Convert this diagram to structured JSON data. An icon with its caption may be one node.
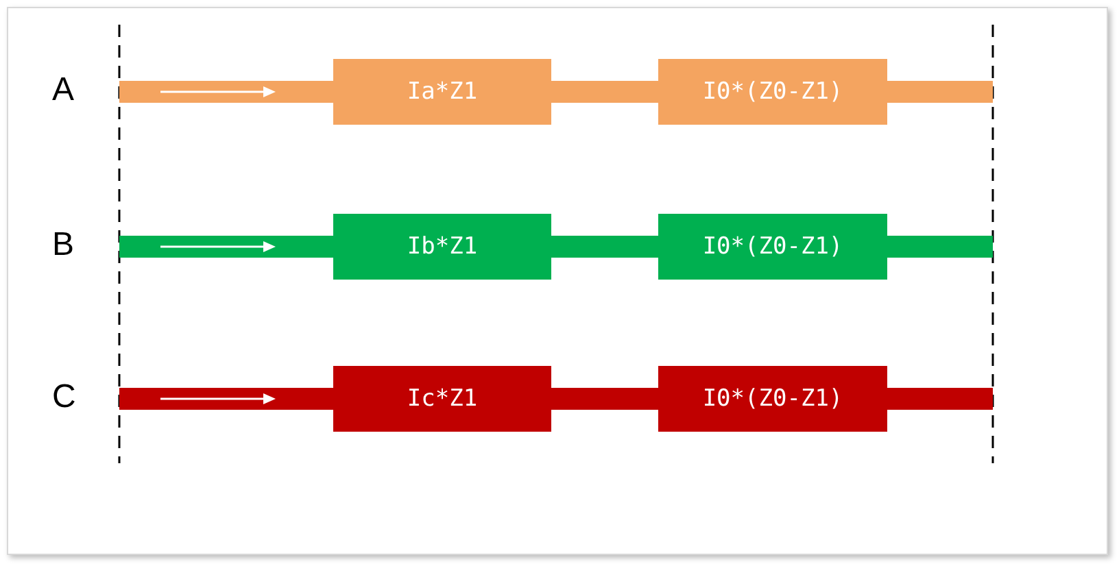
{
  "diagram": {
    "nodes": [
      {
        "text": [
          "Ia*Z1"
        ]
      },
      {
        "text": [
          "I0*(Z0-Z1)"
        ]
      },
      {
        "text": [
          "Ib*Z1"
        ]
      },
      {
        "text": [
          "I0*(Z0-Z1)"
        ]
      },
      {
        "text": [
          "Ic*Z1"
        ]
      },
      {
        "text": [
          "I0*(Z0-Z1)"
        ]
      }
    ],
    "edges": [
      {
        "from": null,
        "to": 0,
        "arrow": "none",
        "color": "#f4a460"
      },
      {
        "from": 0,
        "to": 1,
        "arrow": "none",
        "color": "#f4a460"
      },
      {
        "from": 1,
        "to": null,
        "arrow": "none",
        "color": "#f4a460"
      },
      {
        "from": null,
        "to": 2,
        "arrow": "none",
        "color": "#00b050"
      },
      {
        "from": 2,
        "to": 3,
        "arrow": "none",
        "color": "#00b050"
      },
      {
        "from": 3,
        "to": null,
        "arrow": "none",
        "color": "#00b050"
      },
      {
        "from": null,
        "to": 4,
        "arrow": "none",
        "color": "#c00000"
      },
      {
        "from": 4,
        "to": 5,
        "arrow": "none",
        "color": "#c00000"
      },
      {
        "from": 5,
        "to": null,
        "arrow": "none",
        "color": "#c00000"
      }
    ],
    "labels": [
      "A",
      "B",
      "C"
    ]
  }
}
